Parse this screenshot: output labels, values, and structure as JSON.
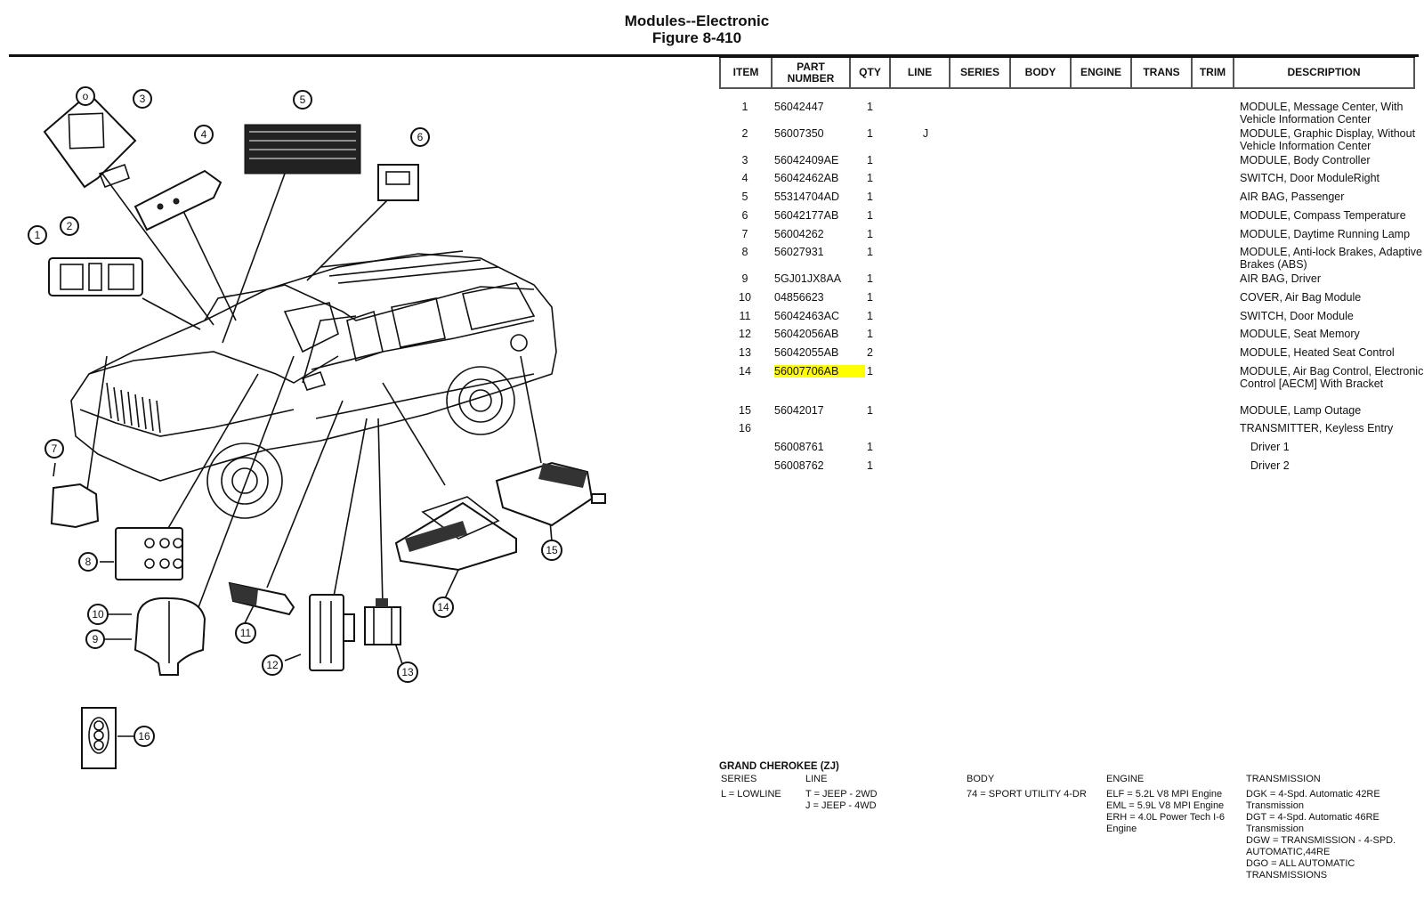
{
  "header": {
    "title": "Modules--Electronic",
    "figure": "Figure 8-410"
  },
  "table": {
    "columns": [
      "ITEM",
      "PART NUMBER",
      "QTY",
      "LINE",
      "SERIES",
      "BODY",
      "ENGINE",
      "TRANS",
      "TRIM",
      "DESCRIPTION"
    ],
    "rows": [
      {
        "item": "1",
        "part": "56042447",
        "qty": "1",
        "line": "",
        "desc": "MODULE, Message Center, With Vehicle Information Center"
      },
      {
        "item": "2",
        "part": "56007350",
        "qty": "1",
        "line": "J",
        "desc": "MODULE, Graphic Display, Without Vehicle Information Center"
      },
      {
        "item": "3",
        "part": "56042409AE",
        "qty": "1",
        "line": "",
        "desc": "MODULE, Body Controller"
      },
      {
        "item": "4",
        "part": "56042462AB",
        "qty": "1",
        "line": "",
        "desc": "SWITCH, Door ModuleRight"
      },
      {
        "item": "5",
        "part": "55314704AD",
        "qty": "1",
        "line": "",
        "desc": "AIR BAG, Passenger"
      },
      {
        "item": "6",
        "part": "56042177AB",
        "qty": "1",
        "line": "",
        "desc": "MODULE, Compass Temperature"
      },
      {
        "item": "7",
        "part": "56004262",
        "qty": "1",
        "line": "",
        "desc": "MODULE, Daytime Running Lamp"
      },
      {
        "item": "8",
        "part": "56027931",
        "qty": "1",
        "line": "",
        "desc": "MODULE, Anti-lock Brakes, Adaptive Brakes (ABS)"
      },
      {
        "item": "9",
        "part": "5GJ01JX8AA",
        "qty": "1",
        "line": "",
        "desc": "AIR BAG, Driver"
      },
      {
        "item": "10",
        "part": "04856623",
        "qty": "1",
        "line": "",
        "desc": "COVER, Air Bag Module"
      },
      {
        "item": "11",
        "part": "56042463AC",
        "qty": "1",
        "line": "",
        "desc": "SWITCH, Door Module"
      },
      {
        "item": "12",
        "part": "56042056AB",
        "qty": "1",
        "line": "",
        "desc": "MODULE, Seat Memory"
      },
      {
        "item": "13",
        "part": "56042055AB",
        "qty": "2",
        "line": "",
        "desc": "MODULE, Heated Seat Control"
      },
      {
        "item": "14",
        "part": "56007706AB",
        "qty": "1",
        "line": "",
        "desc": "MODULE, Air Bag Control, Electronic Control [AECM] With Bracket",
        "highlighted": true
      },
      {
        "item": "15",
        "part": "56042017",
        "qty": "1",
        "line": "",
        "desc": "MODULE, Lamp Outage"
      },
      {
        "item": "16",
        "part": "",
        "qty": "",
        "line": "",
        "desc": "TRANSMITTER, Keyless Entry"
      },
      {
        "item": "",
        "part": "56008761",
        "qty": "1",
        "line": "",
        "desc": "Driver 1",
        "sub": true
      },
      {
        "item": "",
        "part": "56008762",
        "qty": "1",
        "line": "",
        "desc": "Driver 2",
        "sub": true
      }
    ],
    "highlight_color": "#ffff00"
  },
  "legend": {
    "model": "GRAND CHEROKEE (ZJ)",
    "series": {
      "heading": "SERIES",
      "values": "L = LOWLINE"
    },
    "line": {
      "heading": "LINE",
      "values": "T = JEEP - 2WD\nJ = JEEP - 4WD"
    },
    "body": {
      "heading": "BODY",
      "values": "74 = SPORT UTILITY 4-DR"
    },
    "engine": {
      "heading": "ENGINE",
      "values": "ELF = 5.2L V8 MPI Engine\nEML = 5.9L V8 MPI Engine\nERH = 4.0L Power Tech I-6\nEngine"
    },
    "transmission": {
      "heading": "TRANSMISSION",
      "values": "DGK = 4-Spd.  Automatic 42RE\nTransmission\nDGT = 4-Spd.  Automatic 46RE\nTransmission\nDGW = TRANSMISSION - 4-SPD.\nAUTOMATIC,44RE\nDGO = ALL AUTOMATIC\nTRANSMISSIONS"
    }
  },
  "diagram": {
    "callouts": [
      "1",
      "2",
      "3",
      "4",
      "5",
      "6",
      "7",
      "8",
      "9",
      "10",
      "11",
      "12",
      "13",
      "14",
      "15",
      "16"
    ],
    "extra_callout": "o"
  }
}
